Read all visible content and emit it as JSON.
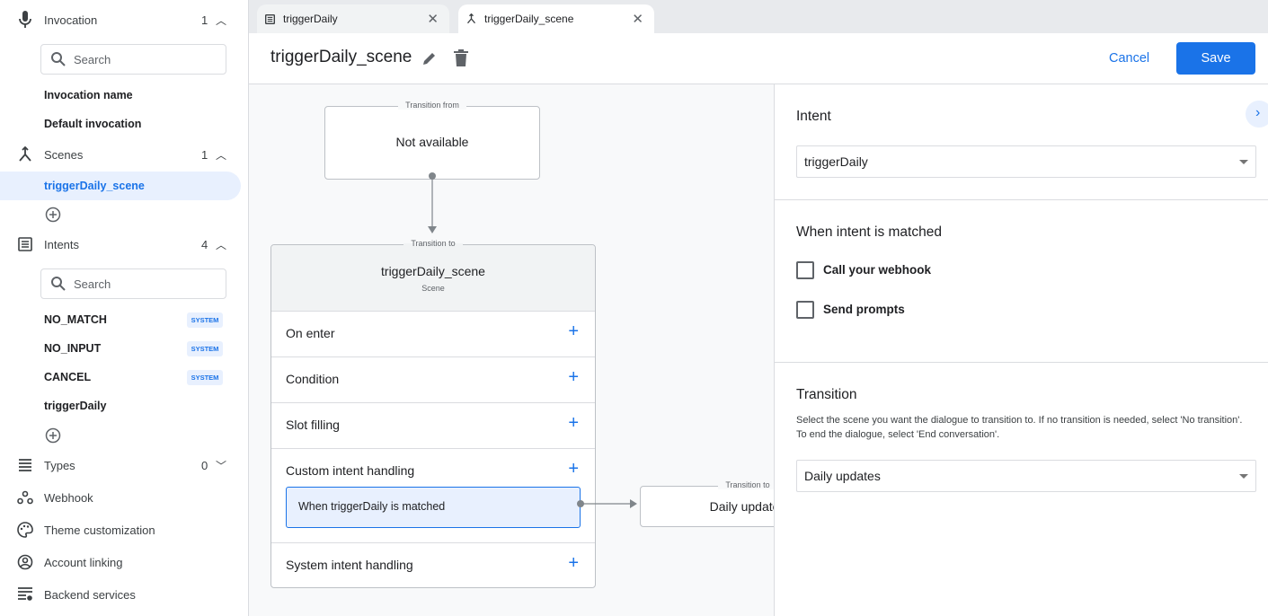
{
  "sidebar": {
    "invocation": {
      "label": "Invocation",
      "count": "1",
      "search_placeholder": "Search",
      "items": [
        "Invocation name",
        "Default invocation"
      ]
    },
    "scenes": {
      "label": "Scenes",
      "count": "1",
      "items": [
        "triggerDaily_scene"
      ],
      "selected": "triggerDaily_scene"
    },
    "intents": {
      "label": "Intents",
      "count": "4",
      "search_placeholder": "Search",
      "items": [
        {
          "label": "NO_MATCH",
          "badge": "SYSTEM"
        },
        {
          "label": "NO_INPUT",
          "badge": "SYSTEM"
        },
        {
          "label": "CANCEL",
          "badge": "SYSTEM"
        },
        {
          "label": "triggerDaily",
          "badge": null
        }
      ]
    },
    "types": {
      "label": "Types",
      "count": "0"
    },
    "others": [
      "Webhook",
      "Theme customization",
      "Account linking",
      "Backend services"
    ]
  },
  "tabs": [
    {
      "label": "triggerDaily",
      "icon": "intent-list-icon",
      "active": false
    },
    {
      "label": "triggerDaily_scene",
      "icon": "scene-merge-icon",
      "active": true
    }
  ],
  "header": {
    "title": "triggerDaily_scene",
    "cancel": "Cancel",
    "save": "Save"
  },
  "canvas": {
    "from": {
      "legend": "Transition from",
      "text": "Not available"
    },
    "to": {
      "legend": "Transition to",
      "title": "triggerDaily_scene",
      "subtitle": "Scene",
      "rows": [
        "On enter",
        "Condition",
        "Slot filling",
        "Custom intent handling",
        "System intent handling"
      ],
      "handler": "When triggerDaily is matched"
    },
    "target": {
      "legend": "Transition to",
      "text": "Daily updates"
    }
  },
  "panel": {
    "intent": {
      "heading": "Intent",
      "value": "triggerDaily"
    },
    "matched": {
      "heading": "When intent is matched",
      "options": [
        {
          "label": "Call your webhook",
          "checked": false
        },
        {
          "label": "Send prompts",
          "checked": false
        }
      ]
    },
    "transition": {
      "heading": "Transition",
      "help": "Select the scene you want the dialogue to transition to. If no transition is needed, select 'No transition'. To end the dialogue, select 'End conversation'.",
      "value": "Daily updates"
    }
  },
  "colors": {
    "accent": "#1a73e8",
    "selected_bg": "#e8f0fe",
    "canvas_bg": "#f8f9fa"
  }
}
